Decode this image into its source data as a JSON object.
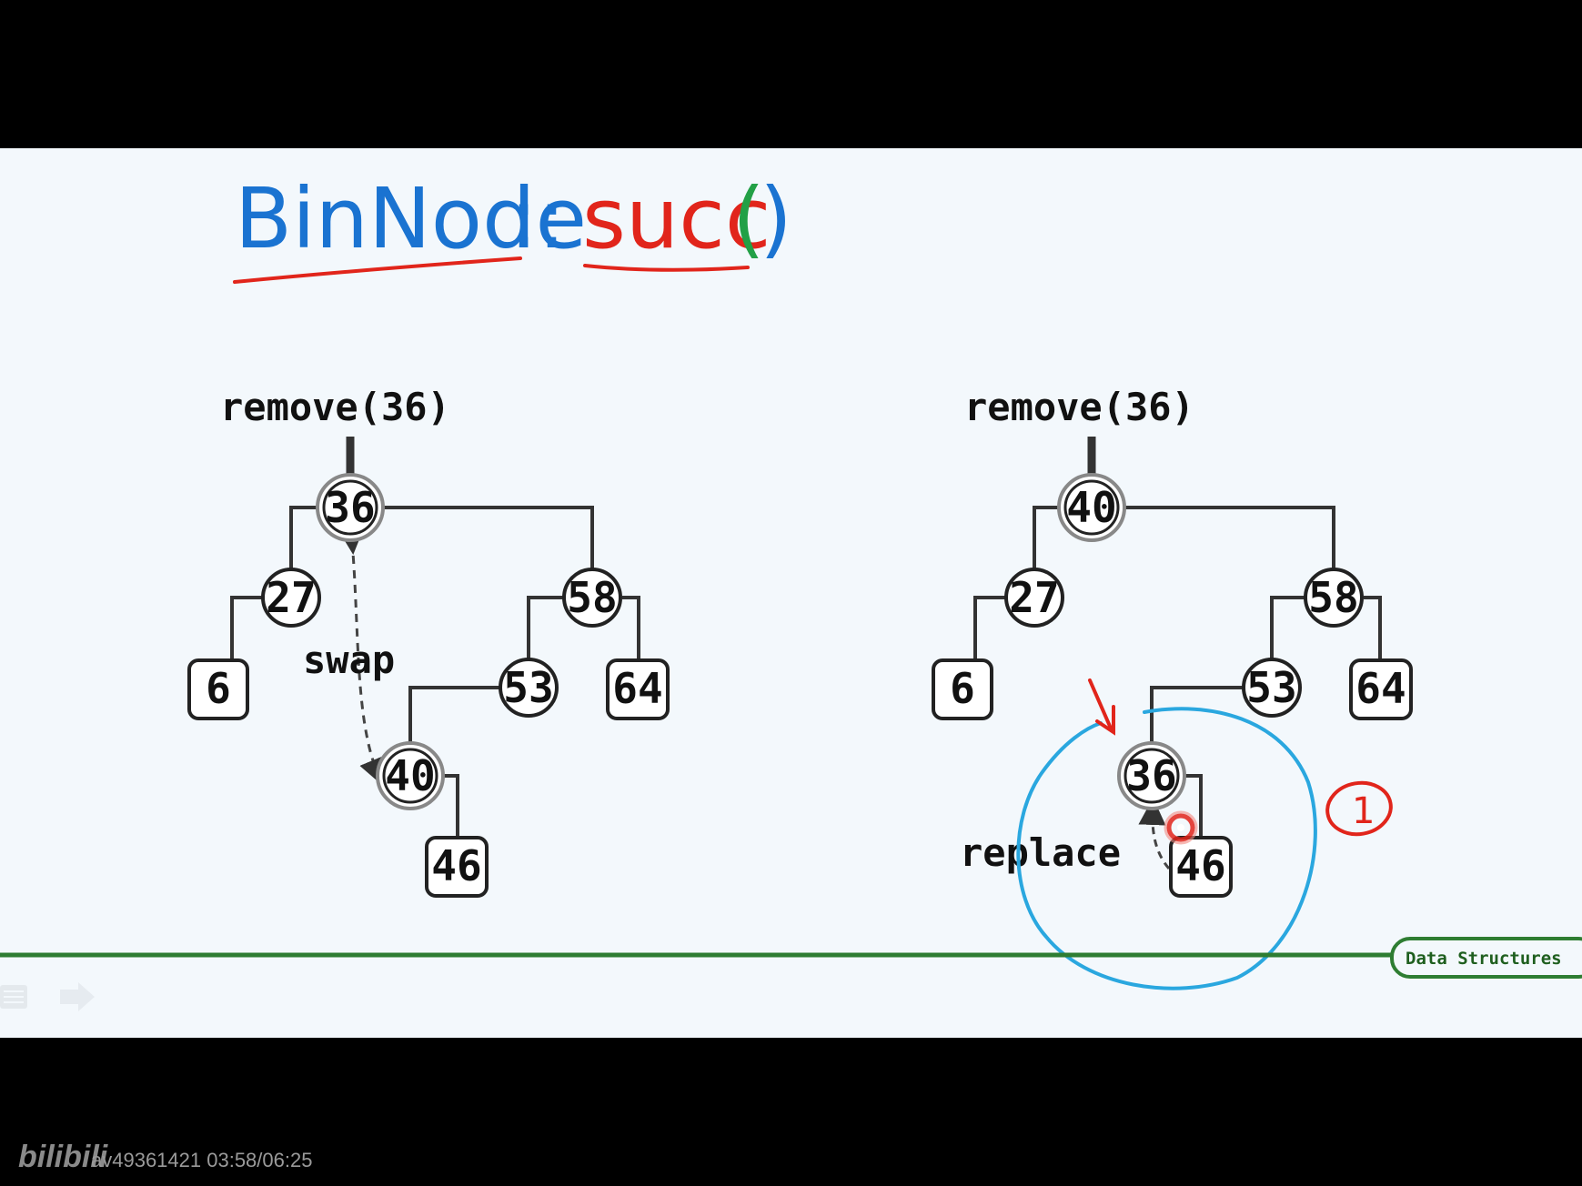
{
  "title": {
    "class_name": "BinNode",
    "separator": "::",
    "method": "succ",
    "parens_open": "(",
    "parens_close": ")"
  },
  "colors": {
    "blue_ink": "#1a73d1",
    "red_ink": "#e1251b",
    "green_ink": "#22a046",
    "circle_ink": "#2aa7df",
    "slide_bg": "#f3f8fc",
    "rule_green": "#2e7d32"
  },
  "left_tree": {
    "caption": "remove(36)",
    "root": "36",
    "nodes": [
      "27",
      "58",
      "6",
      "53",
      "64",
      "40",
      "46"
    ],
    "edge_label": "swap"
  },
  "right_tree": {
    "caption": "remove(36)",
    "root": "40",
    "nodes": [
      "27",
      "58",
      "6",
      "53",
      "64",
      "36",
      "46"
    ],
    "edge_label": "replace",
    "annotation": "1"
  },
  "badge": "Data Structures",
  "footer": {
    "logo": "bilibili",
    "info": "av49361421 03:58/06:25"
  },
  "icons": [
    "list-icon",
    "forward-arrow-icon",
    "cursor-target-icon",
    "red-arrow-icon"
  ]
}
